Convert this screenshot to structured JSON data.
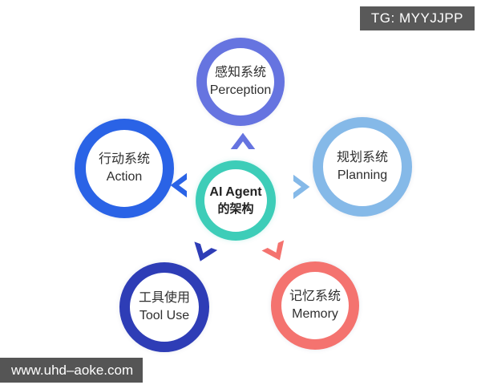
{
  "badge": {
    "label": "TG: MYYJJPP",
    "bg": "#595959",
    "text_color": "#ffffff"
  },
  "watermark": {
    "label": "www.uhd–aoke.com",
    "bg": "#555555",
    "text_color": "#ffffff"
  },
  "diagram": {
    "center": {
      "line1": "AI Agent",
      "line2": "的架构",
      "ring_color": "#3dcdb8"
    },
    "nodes": [
      {
        "id": "perception",
        "zh": "感知系统",
        "en": "Perception",
        "ring_color": "#6674e0"
      },
      {
        "id": "planning",
        "zh": "规划系统",
        "en": "Planning",
        "ring_color": "#85b9e8"
      },
      {
        "id": "memory",
        "zh": "记忆系统",
        "en": "Memory",
        "ring_color": "#f4736f"
      },
      {
        "id": "tooluse",
        "zh": "工具使用",
        "en": "Tool Use",
        "ring_color": "#2e3db6"
      },
      {
        "id": "action",
        "zh": "行动系统",
        "en": "Action",
        "ring_color": "#2a63e6"
      }
    ]
  }
}
